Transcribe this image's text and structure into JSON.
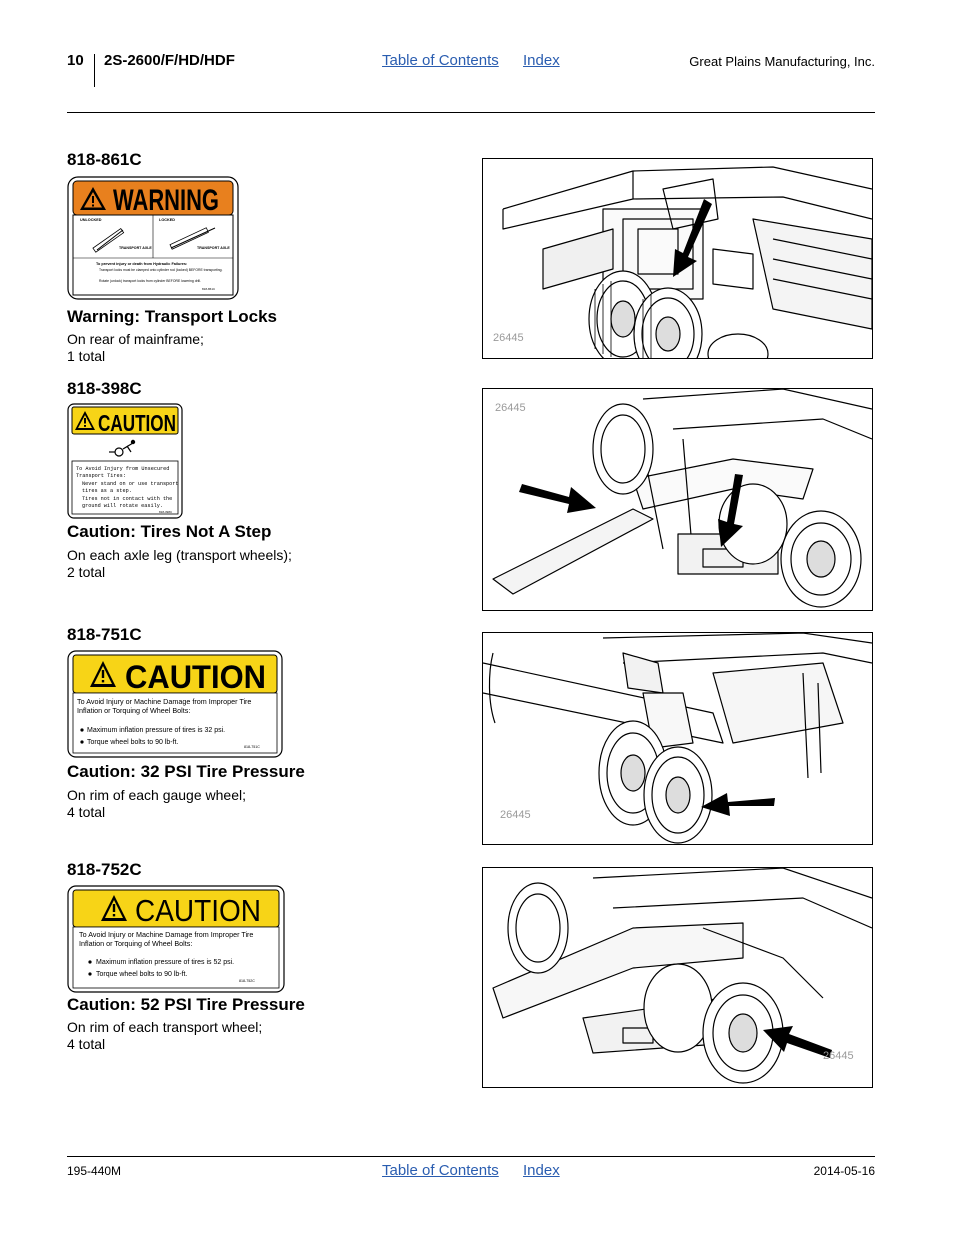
{
  "header": {
    "page_number": "10",
    "model": "2S-2600/F/HD/HDF",
    "toc_link": "Table of Contents",
    "index_link": "Index",
    "company": "Great Plains Manufacturing, Inc."
  },
  "decals": [
    {
      "part": "818-861C",
      "title": "Warning: Transport Locks",
      "desc1": "On rear of mainframe;",
      "desc2": "1 total",
      "label": {
        "signal": "WARNING",
        "unlocked": "UNLOCKED",
        "locked": "LOCKED",
        "axle1": "TRANSPORT AXLE",
        "axle2": "TRANSPORT AXLE",
        "heading": "To prevent injury or death from Hydraulic Failures:",
        "b1": "Transport locks must be clamped onto cylinder rod (locked) BEFORE transporting.",
        "b2": "Rotate (unlock) transport locks from cylinder BEFORE lowering drill.",
        "code": "818-861C"
      },
      "photo_num": "26445"
    },
    {
      "part": "818-398C",
      "title": "Caution: Tires Not A Step",
      "desc1": "On each axle leg (transport wheels);",
      "desc2": "2 total",
      "label": {
        "signal": "CAUTION",
        "l1": "To Avoid Injury from Unsecured",
        "l2": "Transport Tires:",
        "l3": "Never stand on or use transport",
        "l4": "tires as a step.",
        "l5": "Tires not in contact with the",
        "l6": "ground will rotate easily.",
        "code": "818-398C"
      },
      "photo_num": "26445"
    },
    {
      "part": "818-751C",
      "title": "Caution: 32 PSI Tire Pressure",
      "desc1": "On rim of each gauge wheel;",
      "desc2": "4 total",
      "label": {
        "signal": "CAUTION",
        "heading": "To Avoid Injury or Machine Damage from Improper Tire Inflation or Torquing of Wheel Bolts:",
        "b1": "Maximum inflation pressure of tires is 32 psi.",
        "b2": "Torque wheel bolts to 90 lb-ft.",
        "code": "818-751C"
      },
      "photo_num": "26445"
    },
    {
      "part": "818-752C",
      "title": "Caution: 52 PSI Tire Pressure",
      "desc1": "On rim of each transport wheel;",
      "desc2": "4 total",
      "label": {
        "signal": "CAUTION",
        "heading": "To Avoid Injury or Machine Damage from Improper Tire Inflation or Torquing of Wheel Bolts:",
        "b1": "Maximum inflation pressure of tires is 52 psi.",
        "b2": "Torque wheel bolts to 90 lb-ft.",
        "code": "818-752C"
      },
      "photo_num": "26445"
    }
  ],
  "footer": {
    "doc_number": "195-440M",
    "toc_link": "Table of Contents",
    "index_link": "Index",
    "date": "2014-05-16"
  },
  "colors": {
    "warning_orange": "#e8801e",
    "caution_yellow": "#f7d417",
    "link_blue": "#2a5db0"
  }
}
